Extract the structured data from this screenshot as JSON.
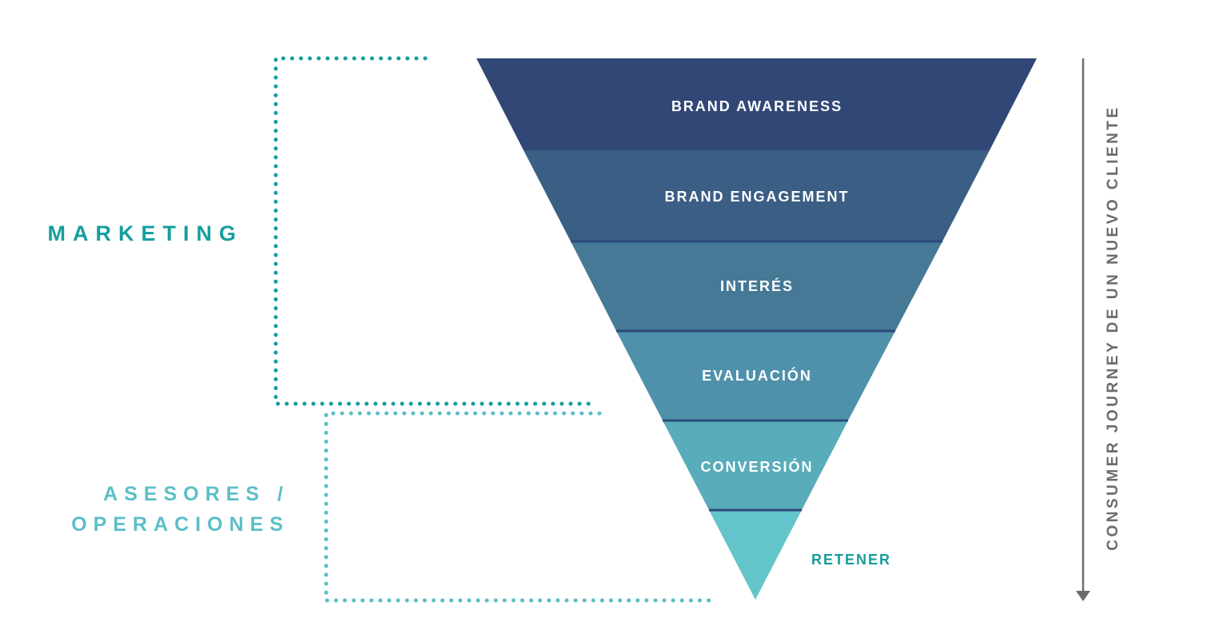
{
  "groups": {
    "marketing": {
      "label": "MARKETING",
      "color": "#159e9e"
    },
    "advisors": {
      "line1": "ASESORES /",
      "line2": "OPERACIONES",
      "color": "#5bbfc6"
    }
  },
  "funnel": {
    "stages": [
      {
        "label": "BRAND AWARENESS",
        "color": "#314776"
      },
      {
        "label": "BRAND ENGAGEMENT",
        "color": "#3b5e85"
      },
      {
        "label": "INTERÉS",
        "color": "#457996"
      },
      {
        "label": "EVALUACIÓN",
        "color": "#4f91aa"
      },
      {
        "label": "CONVERSIÓN",
        "color": "#59acba"
      }
    ],
    "tip_color": "#63c4ca",
    "tip_label": "RETENER",
    "tip_label_color": "#179c9a",
    "separator_color": "#2d4a7a",
    "label_color": "#ffffff"
  },
  "journey": {
    "label": "CONSUMER JOURNEY DE UN NUEVO CLIENTE",
    "color": "#6b6b6b"
  }
}
